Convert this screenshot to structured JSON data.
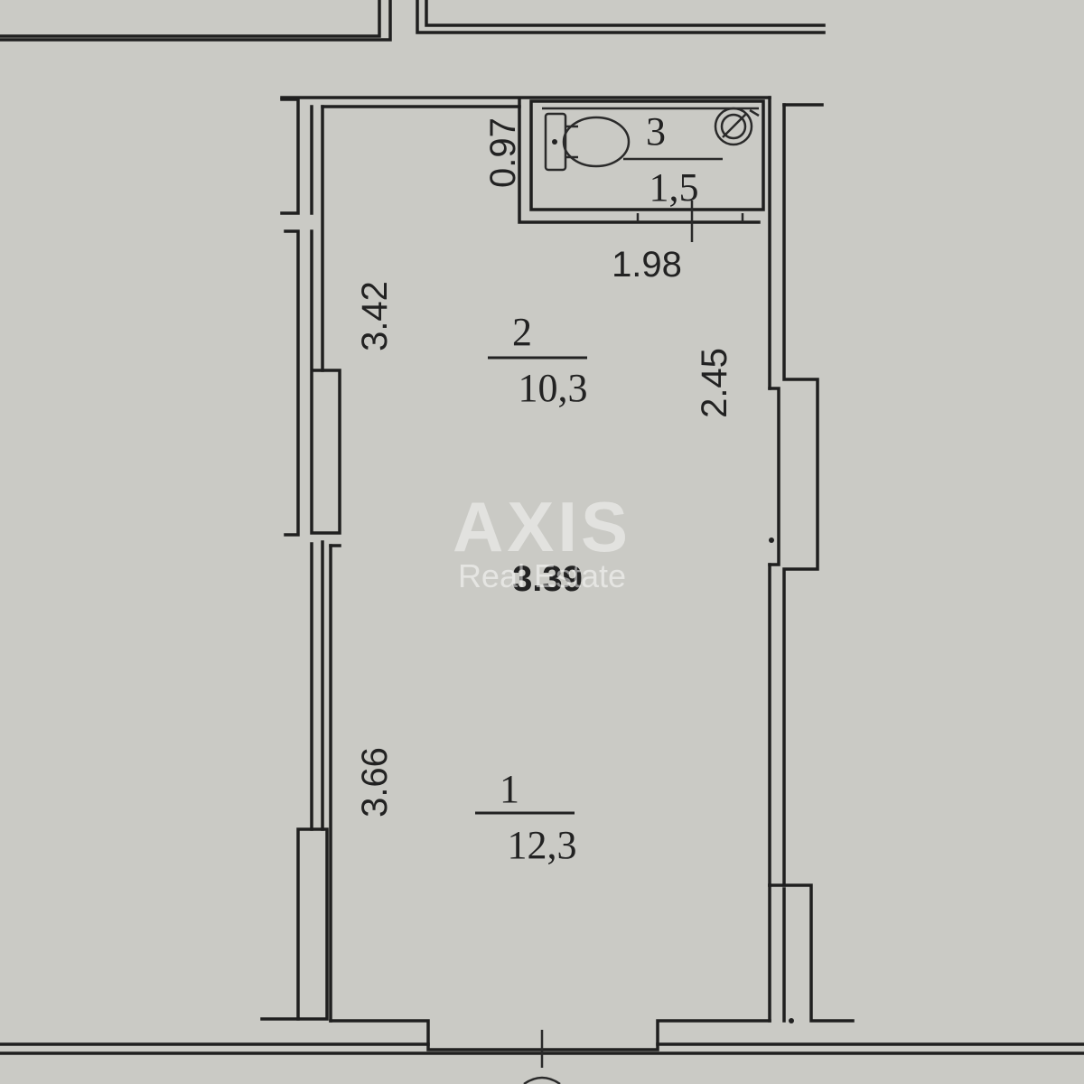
{
  "rooms": [
    {
      "number": "1",
      "area": "12,3"
    },
    {
      "number": "2",
      "area": "10,3"
    },
    {
      "number": "3",
      "area": "1,5"
    }
  ],
  "dimensions": {
    "bathroom_height": "0.97",
    "bathroom_width": "1.98",
    "left_upper": "3.42",
    "left_lower": "3.66",
    "right_upper": "2.45",
    "room_width": "3.39"
  },
  "watermark": {
    "brand": "AXIS",
    "sub": "Real Estate"
  }
}
